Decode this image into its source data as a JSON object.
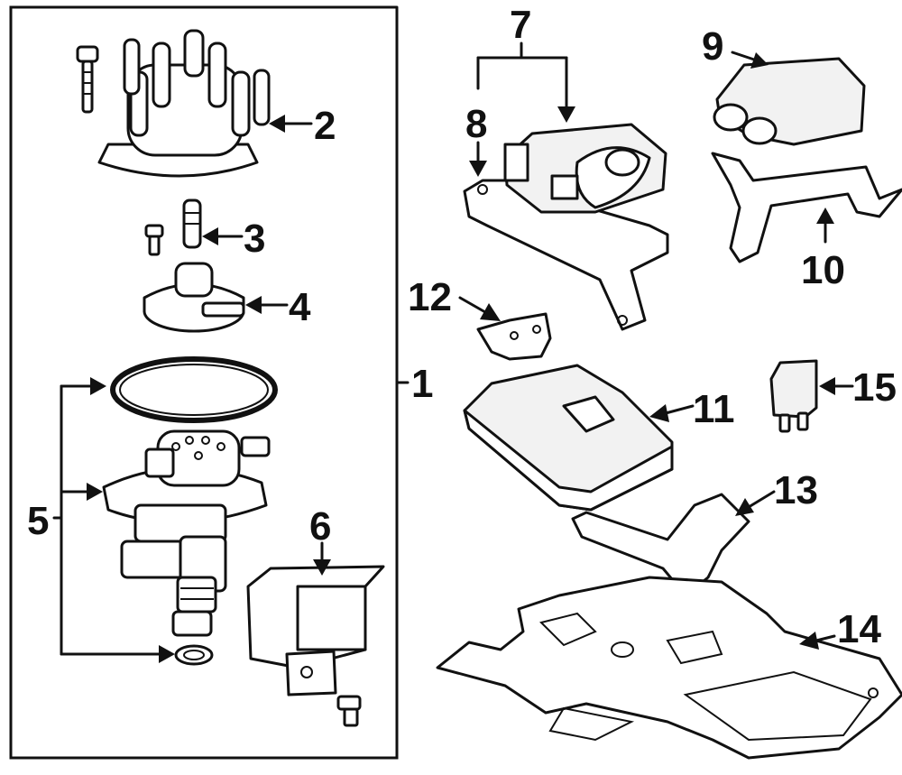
{
  "callouts": {
    "c1": "1",
    "c2": "2",
    "c3": "3",
    "c4": "4",
    "c5": "5",
    "c6": "6",
    "c7": "7",
    "c8": "8",
    "c9": "9",
    "c10": "10",
    "c11": "11",
    "c12": "12",
    "c13": "13",
    "c14": "14",
    "c15": "15"
  },
  "colors": {
    "ink": "#111111",
    "paper": "#ffffff"
  }
}
